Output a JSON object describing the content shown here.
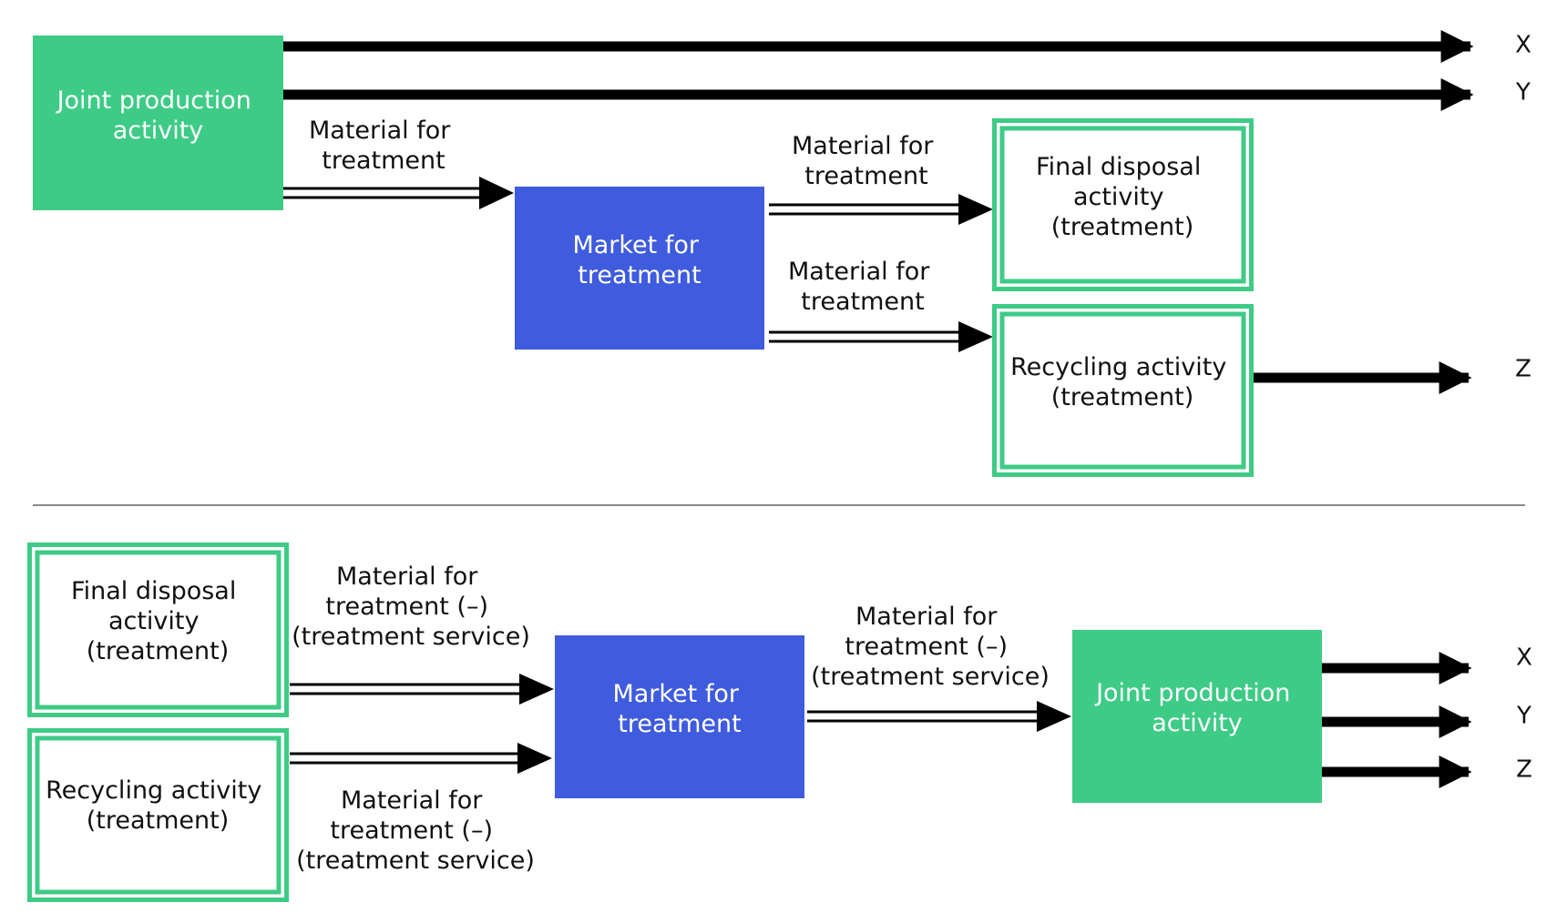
{
  "colors": {
    "joint_fill": "#3ecb86",
    "market_fill": "#3f5bde",
    "treatment_border": "#3ecb86",
    "box_text_on_color": "#ffffff",
    "box_text_on_white": "#111111",
    "arrow": "#000000",
    "divider": "#8a8a8a"
  },
  "top": {
    "joint": {
      "lines": [
        "Joint production",
        "activity"
      ]
    },
    "market": {
      "lines": [
        "Market for",
        "treatment"
      ]
    },
    "final_disposal": {
      "lines": [
        "Final disposal",
        "activity",
        "(treatment)"
      ]
    },
    "recycling": {
      "lines": [
        "Recycling activity",
        "(treatment)"
      ]
    },
    "flow_joint_to_market": {
      "lines": [
        "Material for",
        "treatment"
      ]
    },
    "flow_market_to_disposal": {
      "lines": [
        "Material for",
        "treatment"
      ]
    },
    "flow_market_to_recycling": {
      "lines": [
        "Material for",
        "treatment"
      ]
    },
    "outputs": {
      "x": "X",
      "y": "Y",
      "z": "Z"
    }
  },
  "bottom": {
    "final_disposal": {
      "lines": [
        "Final disposal",
        "activity",
        "(treatment)"
      ]
    },
    "recycling": {
      "lines": [
        "Recycling activity",
        "(treatment)"
      ]
    },
    "market": {
      "lines": [
        "Market for",
        "treatment"
      ]
    },
    "joint": {
      "lines": [
        "Joint production",
        "activity"
      ]
    },
    "flow_disposal_to_market": {
      "lines": [
        "Material for",
        "treatment (–)",
        "(treatment service)"
      ]
    },
    "flow_recycling_to_market": {
      "lines": [
        "Material for",
        "treatment (–)",
        "(treatment service)"
      ]
    },
    "flow_market_to_joint": {
      "lines": [
        "Material for",
        "treatment (–)",
        "(treatment service)"
      ]
    },
    "outputs": {
      "x": "X",
      "y": "Y",
      "z": "Z"
    }
  }
}
